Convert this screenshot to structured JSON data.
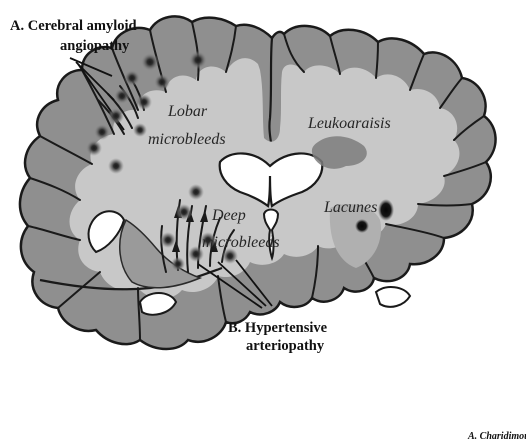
{
  "labels": {
    "caa_line1": "A. Cerebral amyloid",
    "caa_line2": "angiopathy",
    "lobar_line1": "Lobar",
    "lobar_line2": "microbleeds",
    "leukoaraiosis": "Leukoaraisis",
    "lacunes": "Lacunes",
    "deep_line1": "Deep",
    "deep_line2": "microbleeds",
    "hyp_line1": "B. Hypertensive",
    "hyp_line2": "arteriopathy"
  },
  "signature": "A. Charidimou",
  "colors": {
    "background": "#ffffff",
    "cortex": "#8f8f8f",
    "white_matter": "#c8c8c8",
    "ventricles": "#ffffff",
    "lesion": "#111111",
    "outline": "#1a1a1a"
  }
}
